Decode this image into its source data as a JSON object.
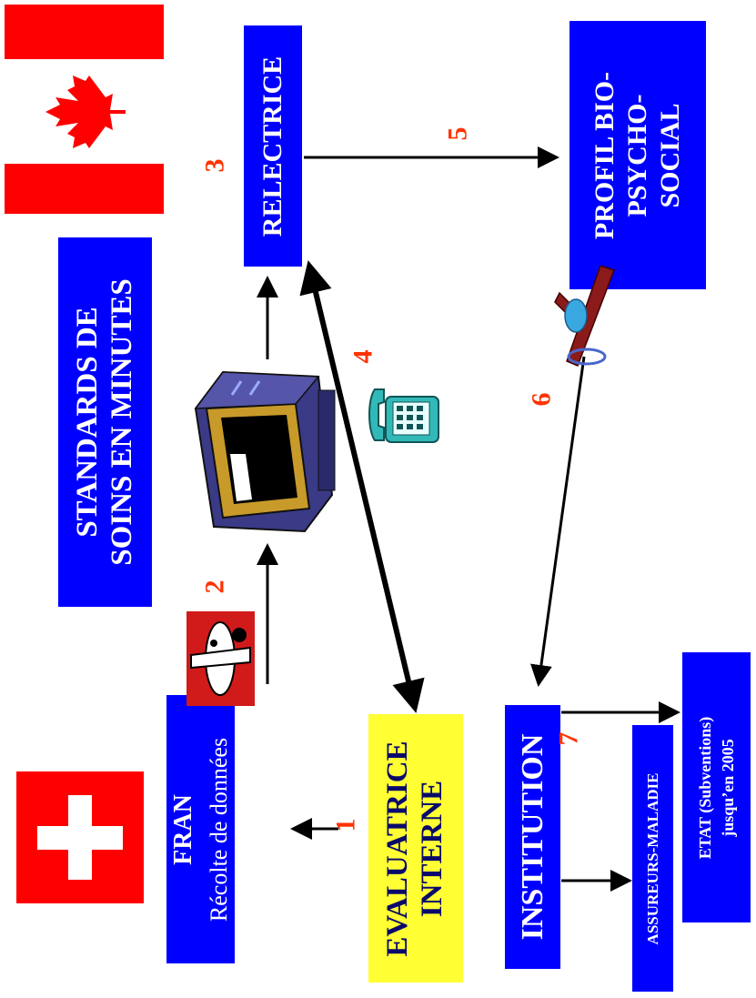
{
  "boxes": {
    "fran_title": "FRAN",
    "fran_subtitle": "Récolte de données",
    "evaluatrice_line1": "EVALUATRICE",
    "evaluatrice_line2": "INTERNE",
    "institution": "INSTITUTION",
    "assureurs": "ASSUREURS-MALADIE",
    "etat_line1": "ETAT (Subventions)",
    "etat_line2": "jusqu’en 2005",
    "standards_line1": "STANDARDS DE",
    "standards_line2": "SOINS EN MINUTES",
    "relectrice": "RELECTRICE",
    "profil_line1": "PROFIL BIO-",
    "profil_line2": "PSYCHO-",
    "profil_line3": "SOCIAL"
  },
  "steps": [
    "1",
    "2",
    "3",
    "4",
    "5",
    "6",
    "7"
  ],
  "colors": {
    "box_blue": "#0000ff",
    "box_yellow": "#ffff33",
    "flag_red": "#ff0000",
    "step_number": "#ff3300"
  },
  "icons": [
    "swiss-flag-icon",
    "canada-flag-icon",
    "computer-icon",
    "telephone-icon",
    "plane-icon",
    "envelope-plane-icon"
  ]
}
